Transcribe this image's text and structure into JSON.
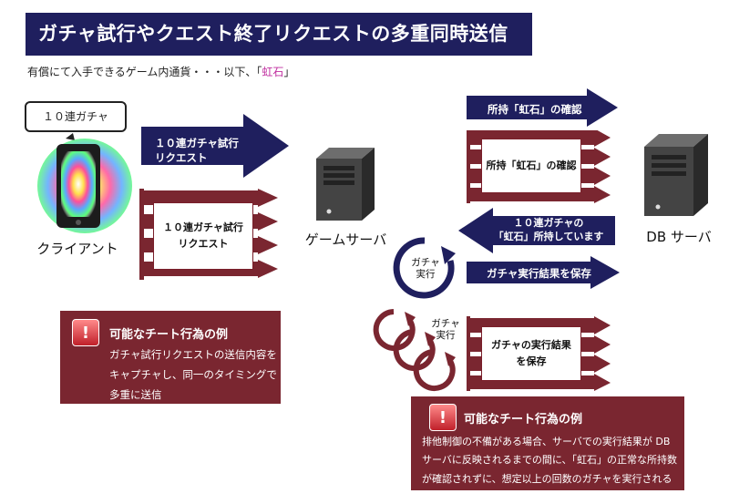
{
  "title": "ガチャ試行やクエスト終了リクエストの多重同時送信",
  "subtitle_prefix": "有償にて入手できるゲーム内通貨・・・以下、「",
  "subtitle_gem": "虹石",
  "subtitle_suffix": "」",
  "client": {
    "bubble": "１０連ガチャ",
    "label": "クライアント"
  },
  "game_server_label": "ゲームサーバ",
  "db_server_label": "DB サーバ",
  "arrows": {
    "request_top": [
      "１０連ガチャ試行",
      "リクエスト"
    ],
    "request_multi": [
      "１０連ガチャ試行",
      "リクエスト"
    ],
    "check_single": "所持「虹石」の確認",
    "check_multi": "所持「虹石」の確認",
    "has_gems": [
      "１０連ガチャの",
      "「虹石」所持しています"
    ],
    "save_single": "ガチャ実行結果を保存",
    "save_multi": [
      "ガチャの実行結果",
      "を保存"
    ]
  },
  "gacha_exec": [
    "ガチャ",
    "実行"
  ],
  "gacha_exec_multi": [
    "ガチャ",
    "実行"
  ],
  "cheat1": {
    "title": "可能なチート行為の例",
    "lines": [
      "ガチャ試行リクエストの送信内容を",
      "キャプチャし、同一のタイミングで",
      "多重に送信"
    ]
  },
  "cheat2": {
    "title": "可能なチート行為の例",
    "lines": [
      "排他制御の不備がある場合、サーバでの実行結果が DB",
      "サーバに反映されるまでの間に、「虹石」の正常な所持数",
      "が確認されずに、想定以上の回数のガチャを実行される"
    ]
  },
  "colors": {
    "navy": "#1f1f5e",
    "maroon": "#7a2630",
    "white": "#ffffff"
  }
}
